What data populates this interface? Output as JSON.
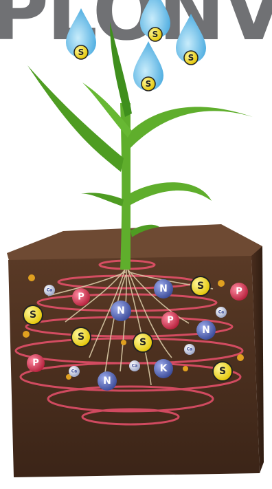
{
  "title_fragment": "PLONV",
  "labels": {
    "sulfur": "S",
    "phosphorus": "P",
    "nitrogen": "N",
    "potassium": "K",
    "calcium": "Ca"
  },
  "colors": {
    "soil_dark": "#3b2417",
    "soil_mid": "#5a3a26",
    "soil_top": "#6e4a33",
    "leaf": "#5fae2c",
    "leaf_dark": "#2f7c1b",
    "drop": "#6fc6ee",
    "sulfur": "#f4e21a",
    "phosphorus": "#d8344f",
    "nitrogen": "#5d6fb6",
    "calcium": "#cfd6ea",
    "ring": "#ff5577",
    "title": "#707174"
  }
}
